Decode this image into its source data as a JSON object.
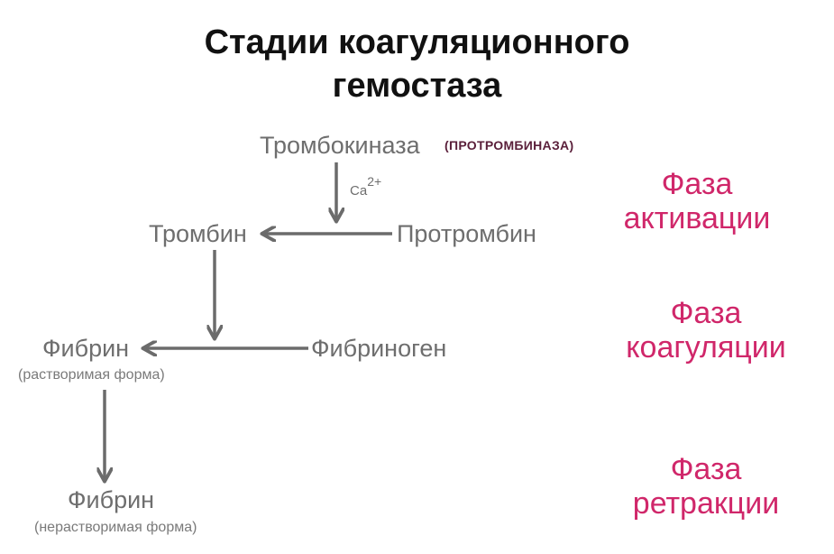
{
  "title": {
    "line1": "Стадии коагуляционного",
    "line2": "гемостаза"
  },
  "nodes": {
    "thrombokinase": "Тромбокиназа",
    "prothrombinase_note": "(ПРОТРОМБИНАЗА)",
    "calcium": "Ca",
    "calcium_charge": "2+",
    "thrombin": "Тромбин",
    "prothrombin": "Протромбин",
    "fibrin_soluble": "Фибрин",
    "fibrin_soluble_sub": "(растворимая форма)",
    "fibrinogen": "Фибриноген",
    "fibrin_insoluble": "Фибрин",
    "fibrin_insoluble_sub": "(нерастворимая форма)"
  },
  "phases": [
    {
      "line1": "Фаза",
      "line2": "активации"
    },
    {
      "line1": "Фаза",
      "line2": "коагуляции"
    },
    {
      "line1": "Фаза",
      "line2": "ретракции"
    }
  ],
  "colors": {
    "title": "#111111",
    "node_text": "#6e6e6e",
    "arrow": "#6b6b6b",
    "phase": "#d0276a",
    "note": "#5a1f3a"
  }
}
